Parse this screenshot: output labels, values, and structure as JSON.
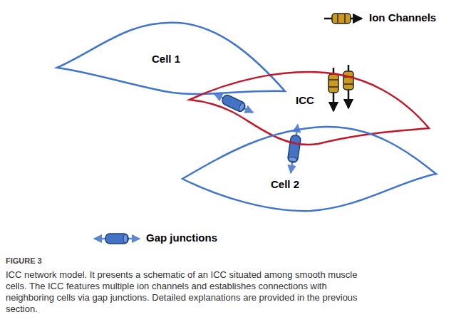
{
  "diagram": {
    "caption": "ICC network model. It presents a schematic of an ICC situated among smooth muscle cells. The ICC features multiple ion channels and establishes connections with neighboring cells via gap junctions. Detailed explanations are provided in the previous section.",
    "nodes": [
      {
        "text": [
          "Cell 1"
        ]
      },
      {
        "text": [
          "ICC"
        ]
      },
      {
        "text": [
          "Cell 2"
        ]
      }
    ],
    "edges": [
      {
        "from": 0,
        "to": 1,
        "arrow": "both"
      },
      {
        "from": 1,
        "to": 2,
        "arrow": "both"
      }
    ],
    "labels": [
      "FIGURE 3"
    ],
    "legend": [
      {
        "text": "Ion Channels"
      },
      {
        "text": "Gap junctions"
      }
    ]
  }
}
